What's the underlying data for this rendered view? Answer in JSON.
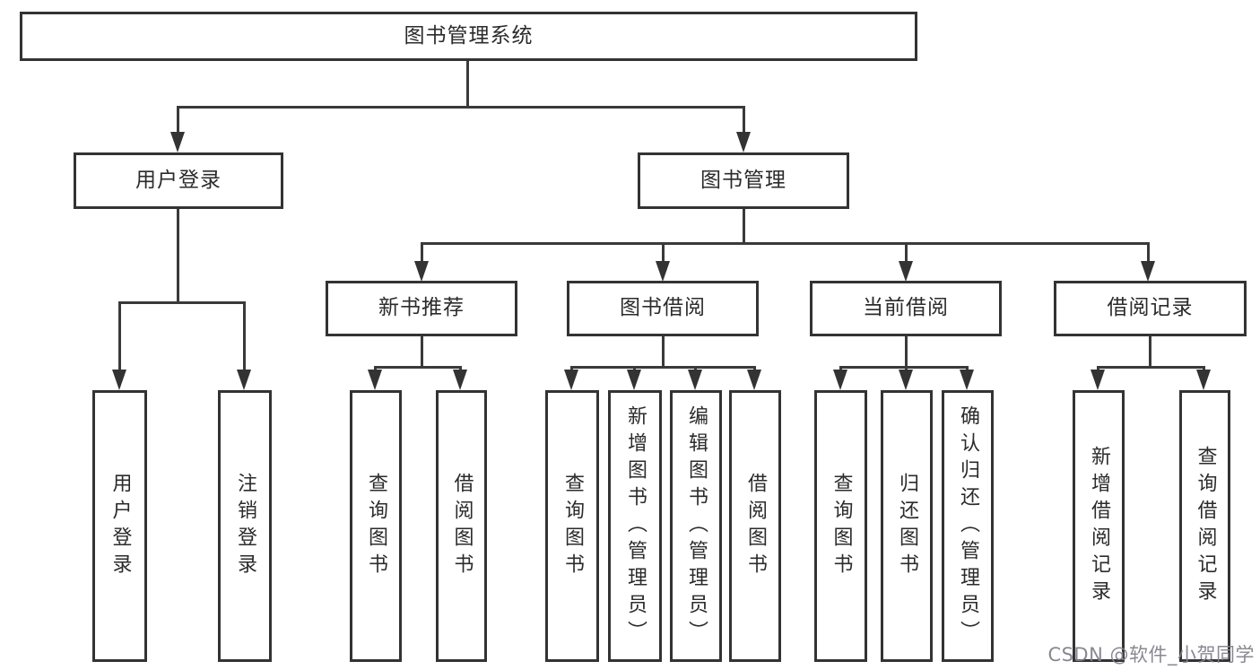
{
  "diagram": {
    "type": "hierarchy-tree",
    "nodes": {
      "root": "图书管理系统",
      "user_login": "用户登录",
      "book_mgmt": "图书管理",
      "new_book_rec": "新书推荐",
      "book_borrow": "图书借阅",
      "current_borrow": "当前借阅",
      "borrow_record": "借阅记录",
      "leaf_user_login": "用户登录",
      "leaf_logout": "注销登录",
      "leaf_query_book_rec": "查询图书",
      "leaf_borrow_book_rec": "借阅图书",
      "leaf_query_book_borrow": "查询图书",
      "leaf_add_book": "新增图书（管理员）",
      "leaf_edit_book": "编辑图书（管理员）",
      "leaf_borrow_book_borrow": "借阅图书",
      "leaf_query_book_current": "查询图书",
      "leaf_return_book": "归还图书",
      "leaf_confirm_return": "确认归还（管理员）",
      "leaf_add_record": "新增借阅记录",
      "leaf_query_record": "查询借阅记录"
    },
    "edges": [
      [
        "root",
        "user_login"
      ],
      [
        "root",
        "book_mgmt"
      ],
      [
        "user_login",
        "leaf_user_login"
      ],
      [
        "user_login",
        "leaf_logout"
      ],
      [
        "book_mgmt",
        "new_book_rec"
      ],
      [
        "book_mgmt",
        "book_borrow"
      ],
      [
        "book_mgmt",
        "current_borrow"
      ],
      [
        "book_mgmt",
        "borrow_record"
      ],
      [
        "new_book_rec",
        "leaf_query_book_rec"
      ],
      [
        "new_book_rec",
        "leaf_borrow_book_rec"
      ],
      [
        "book_borrow",
        "leaf_query_book_borrow"
      ],
      [
        "book_borrow",
        "leaf_add_book"
      ],
      [
        "book_borrow",
        "leaf_edit_book"
      ],
      [
        "book_borrow",
        "leaf_borrow_book_borrow"
      ],
      [
        "current_borrow",
        "leaf_query_book_current"
      ],
      [
        "current_borrow",
        "leaf_return_book"
      ],
      [
        "current_borrow",
        "leaf_confirm_return"
      ],
      [
        "borrow_record",
        "leaf_add_record"
      ],
      [
        "borrow_record",
        "leaf_query_record"
      ]
    ],
    "colors": {
      "line": "#333333",
      "text": "#2b2b2b",
      "box_background": "#ffffff",
      "watermark": "#82828c"
    }
  },
  "watermark": "CSDN @软件_小贺同学"
}
